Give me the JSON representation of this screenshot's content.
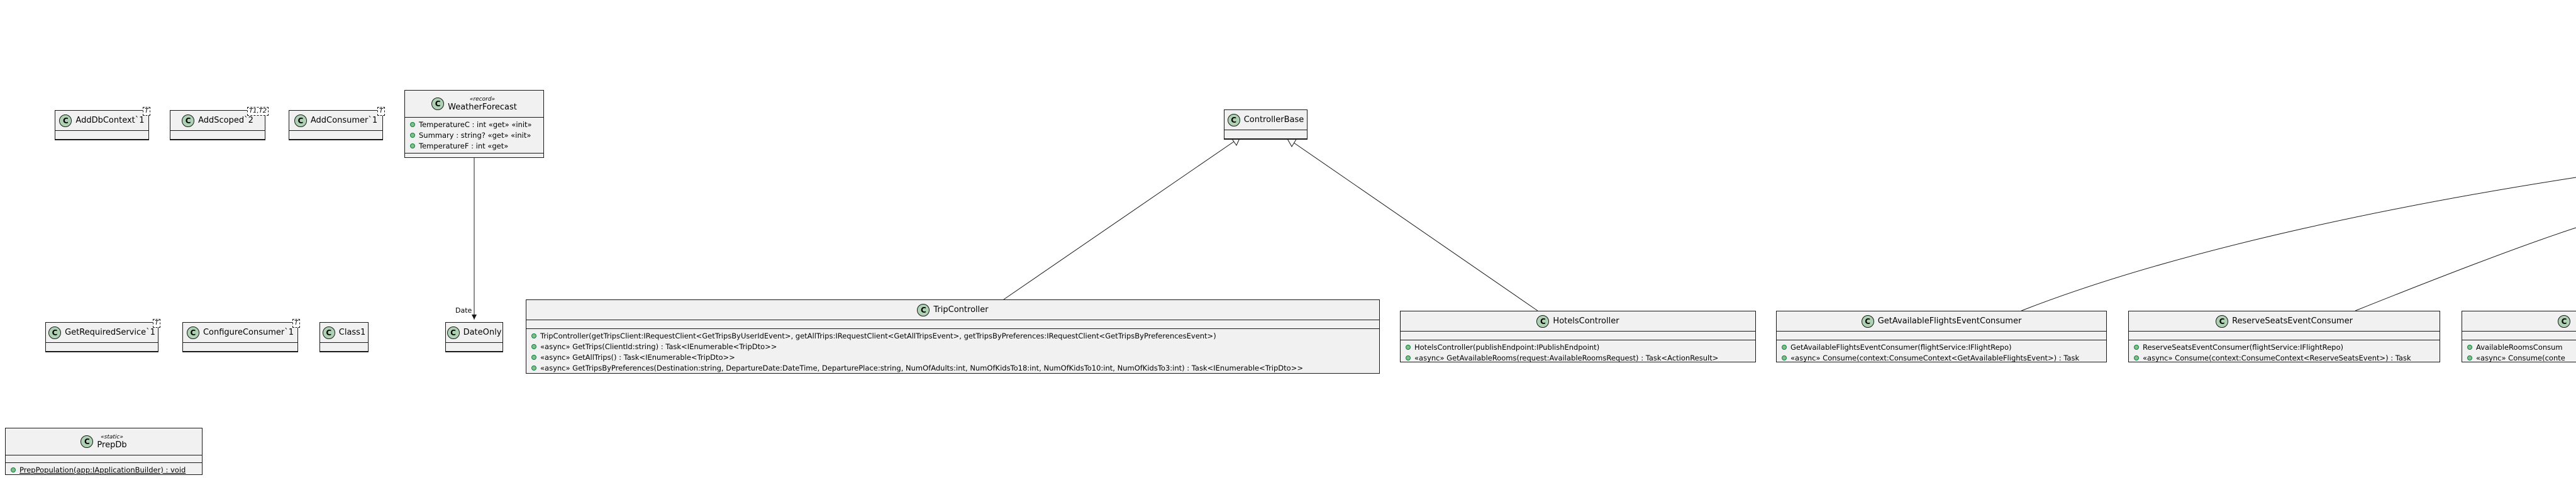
{
  "classes": {
    "add_db_context": {
      "name": "AddDbContext`1",
      "type_param": "T"
    },
    "add_scoped": {
      "name": "AddScoped`2",
      "type_param": "T1,T2"
    },
    "add_consumer": {
      "name": "AddConsumer`1",
      "type_param": "T"
    },
    "weather_forecast": {
      "stereotype": "«record»",
      "name": "WeatherForecast",
      "fields": [
        "TemperatureC : int «get» «init»",
        "Summary : string? «get» «init»",
        "TemperatureF : int «get»"
      ]
    },
    "controller_base": {
      "name": "ControllerBase"
    },
    "get_required_service": {
      "name": "GetRequiredService`1",
      "type_param": "T"
    },
    "configure_consumer": {
      "name": "ConfigureConsumer`1",
      "type_param": "T"
    },
    "class1": {
      "name": "Class1"
    },
    "date_only": {
      "name": "DateOnly"
    },
    "trip_controller": {
      "name": "TripController",
      "methods": [
        "TripController(getTripsClient:IRequestClient<GetTripsByUserIdEvent>, getAllTrips:IRequestClient<GetAllTripsEvent>, getTripsByPreferences:IRequestClient<GetTripsByPreferencesEvent>)",
        "«async» GetTrips(ClientId:string) : Task<IEnumerable<TripDto>>",
        "«async» GetAllTrips() : Task<IEnumerable<TripDto>>",
        "«async» GetTripsByPreferences(Destination:string, DepartureDate:DateTime, DeparturePlace:string, NumOfAdults:int, NumOfKidsTo18:int, NumOfKidsTo10:int, NumOfKidsTo3:int) : Task<IEnumerable<TripDto>>"
      ]
    },
    "hotels_controller": {
      "name": "HotelsController",
      "methods": [
        "HotelsController(publishEndpoint:IPublishEndpoint)",
        "«async» GetAvailableRooms(request:AvailableRoomsRequest) : Task<ActionResult>"
      ]
    },
    "get_available_flights_consumer": {
      "name": "GetAvailableFlightsEventConsumer",
      "methods": [
        "GetAvailableFlightsEventConsumer(flightService:IFlightRepo)",
        "«async» Consume(context:ConsumeContext<GetAvailableFlightsEvent>) : Task"
      ]
    },
    "reserve_seats_consumer": {
      "name": "ReserveSeatsEventConsumer",
      "methods": [
        "ReserveSeatsEventConsumer(flightService:IFlightRepo)",
        "«async» Consume(context:ConsumeContext<ReserveSeatsEvent>) : Task"
      ]
    },
    "available_rooms_consumer": {
      "methods": [
        "AvailableRoomsConsum",
        "«async» Consume(conte"
      ]
    },
    "prep_db": {
      "stereotype": "«static»",
      "name": "PrepDb",
      "methods": [
        "PrepPopulation(app:IApplicationBuilder) : void"
      ]
    }
  },
  "relations": {
    "weather_to_dateonly_label": "Date"
  },
  "colors": {
    "class_fill": "#F1F1F1",
    "class_badge": "#ADD1B2",
    "public_marker": "#84BE84",
    "line": "#181818"
  }
}
